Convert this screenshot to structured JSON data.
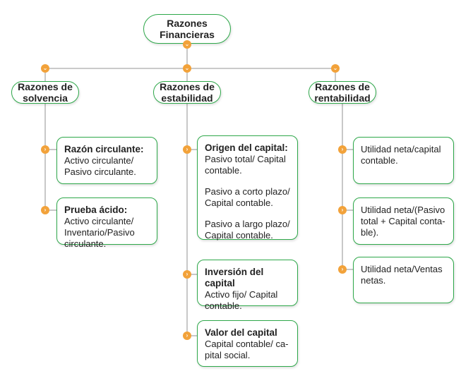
{
  "root": {
    "line1": "Razones",
    "line2": "Financieras"
  },
  "categories": [
    {
      "line1": "Razones de",
      "line2": "solvencia"
    },
    {
      "line1": "Razones de",
      "line2": "estabilidad"
    },
    {
      "line1": "Razones de",
      "line2": "rentabilidad"
    }
  ],
  "solvencia": [
    {
      "title": "Razón circulante:",
      "lines": [
        "Activo circulante/",
        "Pasivo circulante."
      ]
    },
    {
      "title": "Prueba ácido:",
      "lines": [
        "Activo circulante/",
        "Inventario/Pasivo",
        "circulante."
      ]
    }
  ],
  "estabilidad": [
    {
      "title": "Origen del capital:",
      "lines": [
        "Pasivo total/ Capital",
        "contable."
      ],
      "lines2": [
        "Pasivo a corto plazo/",
        "Capital contable."
      ],
      "lines3": [
        "Pasivo a largo plazo/",
        "Capital contable."
      ]
    },
    {
      "title": "Inversión del capital",
      "lines": [
        "Activo fijo/ Capital",
        "contable."
      ]
    },
    {
      "title": "Valor del capital",
      "lines": [
        "Capital contable/ ca-",
        "pital social."
      ]
    }
  ],
  "rentabilidad": [
    {
      "lines": [
        "Utilidad neta/capital",
        "contable."
      ]
    },
    {
      "lines": [
        "Utilidad neta/(Pasivo",
        "total + Capital conta-",
        "ble)."
      ]
    },
    {
      "lines": [
        "Utilidad neta/Ventas",
        "netas."
      ]
    }
  ],
  "colors": {
    "border": "#2ea84a",
    "connector": "#aaaaaa",
    "dot": "#f2a23a"
  }
}
